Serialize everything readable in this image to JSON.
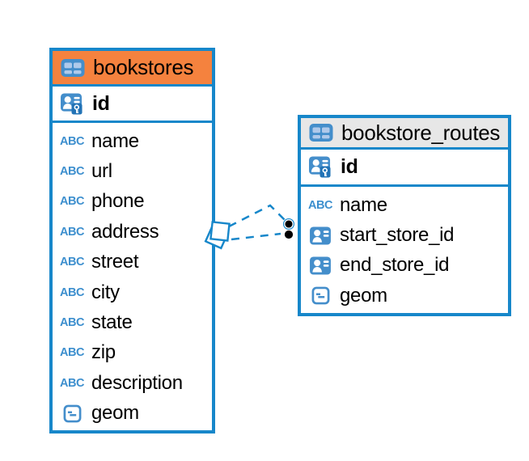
{
  "tables": [
    {
      "name": "bookstores",
      "header_color": "#F5823E",
      "columns": [
        {
          "name": "id",
          "icon": "primary-key-icon"
        },
        {
          "name": "name",
          "icon": "text-icon"
        },
        {
          "name": "url",
          "icon": "text-icon"
        },
        {
          "name": "phone",
          "icon": "text-icon"
        },
        {
          "name": "address",
          "icon": "text-icon"
        },
        {
          "name": "street",
          "icon": "text-icon"
        },
        {
          "name": "city",
          "icon": "text-icon"
        },
        {
          "name": "state",
          "icon": "text-icon"
        },
        {
          "name": "zip",
          "icon": "text-icon"
        },
        {
          "name": "description",
          "icon": "text-icon"
        },
        {
          "name": "geom",
          "icon": "geometry-icon"
        }
      ]
    },
    {
      "name": "bookstore_routes",
      "header_color": "#E7E7E7",
      "columns": [
        {
          "name": "id",
          "icon": "primary-key-icon"
        },
        {
          "name": "name",
          "icon": "text-icon"
        },
        {
          "name": "start_store_id",
          "icon": "reference-icon"
        },
        {
          "name": "end_store_id",
          "icon": "reference-icon"
        },
        {
          "name": "geom",
          "icon": "geometry-icon"
        }
      ]
    }
  ],
  "icons": {
    "text_icon_label": "ABC"
  },
  "relationship": {
    "from_table": "bookstores",
    "to_table": "bookstore_routes",
    "line_style": "dashed",
    "color": "#1787CA"
  },
  "colors": {
    "table_border_blue": "#1787CA",
    "icon_blue": "#448ECB",
    "key_badge_blue": "#2273B6",
    "bookstores_header_orange": "#F5823E",
    "routes_header_gray": "#E7E7E7",
    "text_black": "#000000"
  }
}
